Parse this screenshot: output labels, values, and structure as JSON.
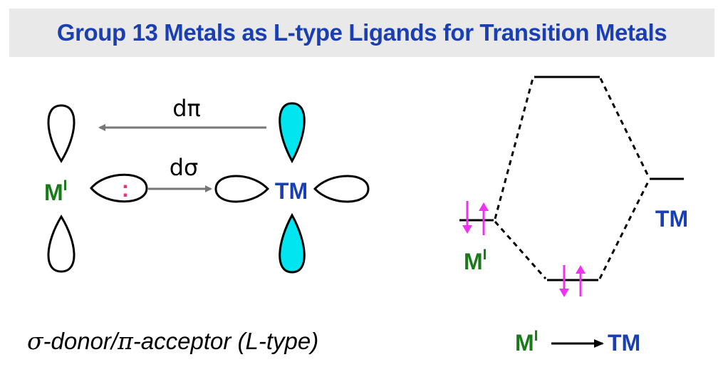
{
  "title": "Group 13 Metals as L-type Ligands for Transition Metals",
  "left_diagram": {
    "metal_symbol": "M",
    "metal_superscript": "I",
    "tm_label": "TM",
    "pi_label": "dπ",
    "sigma_label": "dσ",
    "lone_pair": ":"
  },
  "caption": {
    "sigma": "σ",
    "part1": "-donor/",
    "pi": "π",
    "part2": "-acceptor (L-type)"
  },
  "mo_diagram": {
    "left_label": "M",
    "left_superscript": "I",
    "right_label": "TM",
    "bottom_left": "M",
    "bottom_left_superscript": "I",
    "bottom_right": "TM"
  },
  "colors": {
    "title": "#1a3fb4",
    "metal": "#1a7a1a",
    "tm": "#1a3fb4",
    "orbital_fill": "#00e5ef",
    "electron": "#ee33ee",
    "arrow_gray": "#777777"
  }
}
